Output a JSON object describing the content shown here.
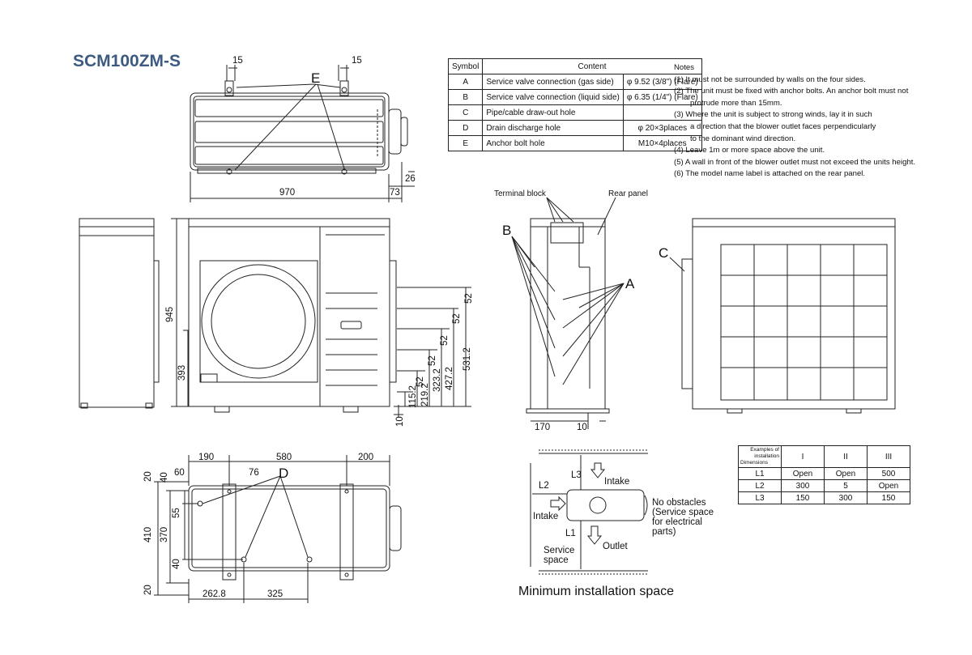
{
  "title": "SCM100ZM-S",
  "symbol_table": {
    "headers": [
      "Symbol",
      "Content"
    ],
    "rows": [
      {
        "symbol": "A",
        "content": "Service valve connection (gas side)",
        "spec": "φ 9.52 (3/8\") (Flare)"
      },
      {
        "symbol": "B",
        "content": "Service valve connection (liquid side)",
        "spec": "φ 6.35 (1/4\") (Flare)"
      },
      {
        "symbol": "C",
        "content": "Pipe/cable draw-out hole",
        "spec": ""
      },
      {
        "symbol": "D",
        "content": "Drain discharge hole",
        "spec": "φ 20×3places"
      },
      {
        "symbol": "E",
        "content": "Anchor bolt hole",
        "spec": "M10×4places"
      }
    ]
  },
  "notes": {
    "heading": "Notes",
    "items": [
      {
        "line": "(1) It must not be surrounded by walls on the four sides.",
        "cont": []
      },
      {
        "line": "(2) The unit must be fixed with anchor bolts. An anchor bolt must not",
        "cont": [
          "protrude more than 15mm."
        ]
      },
      {
        "line": "(3) Where the unit is subject to strong winds, lay it in such",
        "cont": [
          "a direction that the blower outlet faces perpendicularly",
          "to the dominant wind direction."
        ]
      },
      {
        "line": "(4) Leave 1m or more space above the unit.",
        "cont": []
      },
      {
        "line": "(5) A wall in front of the blower outlet must not exceed the units height.",
        "cont": []
      },
      {
        "line": "(6) The model name label is attached on the rear panel.",
        "cont": []
      }
    ]
  },
  "top_view": {
    "dim_left": "15",
    "dim_right": "15",
    "label_e": "E",
    "dim_width": "970",
    "dim_side": "73",
    "dim_depth": "26"
  },
  "front_view": {
    "dim_height": "945",
    "dim_393": "393",
    "dim_10": "10",
    "right_dims": [
      "52",
      "52",
      "52",
      "52",
      "52",
      "115.2",
      "219.2",
      "323.2",
      "427.2",
      "531.2"
    ]
  },
  "side_view": {
    "label_terminal": "Terminal block",
    "label_rear": "Rear panel",
    "label_b": "B",
    "label_a": "A",
    "dim_170": "170",
    "dim_10": "10"
  },
  "rear_view": {
    "label_c": "C"
  },
  "bottom_view": {
    "dim_190": "190",
    "dim_580": "580",
    "dim_200": "200",
    "dim_60": "60",
    "dim_76": "76",
    "label_d": "D",
    "dim_20a": "20",
    "dim_40a": "40",
    "dim_55": "55",
    "dim_410": "410",
    "dim_370": "370",
    "dim_40b": "40",
    "dim_20b": "20",
    "dim_2628": "262.8",
    "dim_325": "325"
  },
  "install_diagram": {
    "l3": "L3",
    "intake_top": "Intake",
    "l2": "L2",
    "intake_left": "Intake",
    "l1": "L1",
    "outlet": "Outlet",
    "service_1": "Service",
    "service_2": "space",
    "no_obs_1": "No obstacles",
    "no_obs_2": "(Service space",
    "no_obs_3": "for electrical",
    "no_obs_4": "parts)",
    "caption": "Minimum installation space"
  },
  "install_table": {
    "corner_top": "Examples of installation",
    "corner_bottom": "Dimensions",
    "columns": [
      "I",
      "II",
      "III"
    ],
    "rows": [
      {
        "label": "L1",
        "values": [
          "Open",
          "Open",
          "500"
        ]
      },
      {
        "label": "L2",
        "values": [
          "300",
          "5",
          "Open"
        ]
      },
      {
        "label": "L3",
        "values": [
          "150",
          "300",
          "150"
        ]
      }
    ]
  }
}
